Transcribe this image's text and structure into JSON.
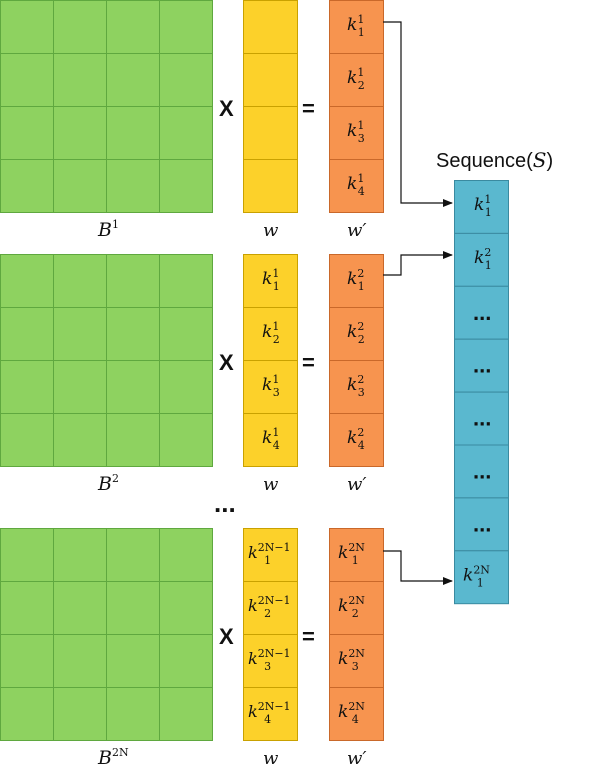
{
  "operators": {
    "multiply": "X",
    "equals": "="
  },
  "ellipsis": "...",
  "sequence": {
    "title": "Sequence(",
    "title_symbol": "S",
    "title_close": ")",
    "cells": [
      {
        "base": "k",
        "sub": "1",
        "sup": "1",
        "dots": false
      },
      {
        "base": "k",
        "sub": "1",
        "sup": "2",
        "dots": false
      },
      {
        "dots": true,
        "text": "..."
      },
      {
        "dots": true,
        "text": "..."
      },
      {
        "dots": true,
        "text": "..."
      },
      {
        "dots": true,
        "text": "..."
      },
      {
        "dots": true,
        "text": "..."
      },
      {
        "base": "k",
        "sub": "1",
        "sup": "2N",
        "dots": false
      }
    ]
  },
  "blocks": [
    {
      "matrix_label": "B",
      "matrix_sup": "1",
      "w_label": "w",
      "wprime_label": "w′",
      "w_cells": [],
      "wprime_cells": [
        {
          "base": "k",
          "sub": "1",
          "sup": "1"
        },
        {
          "base": "k",
          "sub": "2",
          "sup": "1"
        },
        {
          "base": "k",
          "sub": "3",
          "sup": "1"
        },
        {
          "base": "k",
          "sub": "4",
          "sup": "1"
        }
      ]
    },
    {
      "matrix_label": "B",
      "matrix_sup": "2",
      "w_label": "w",
      "wprime_label": "w′",
      "w_cells": [
        {
          "base": "k",
          "sub": "1",
          "sup": "1"
        },
        {
          "base": "k",
          "sub": "2",
          "sup": "1"
        },
        {
          "base": "k",
          "sub": "3",
          "sup": "1"
        },
        {
          "base": "k",
          "sub": "4",
          "sup": "1"
        }
      ],
      "wprime_cells": [
        {
          "base": "k",
          "sub": "1",
          "sup": "2"
        },
        {
          "base": "k",
          "sub": "2",
          "sup": "2"
        },
        {
          "base": "k",
          "sub": "3",
          "sup": "2"
        },
        {
          "base": "k",
          "sub": "4",
          "sup": "2"
        }
      ]
    },
    {
      "matrix_label": "B",
      "matrix_sup": "2N",
      "w_label": "w",
      "wprime_label": "w′",
      "w_cells": [
        {
          "base": "k",
          "sub": "1",
          "sup": "2N−1"
        },
        {
          "base": "k",
          "sub": "2",
          "sup": "2N−1"
        },
        {
          "base": "k",
          "sub": "3",
          "sup": "2N−1"
        },
        {
          "base": "k",
          "sub": "4",
          "sup": "2N−1"
        }
      ],
      "wprime_cells": [
        {
          "base": "k",
          "sub": "1",
          "sup": "2N"
        },
        {
          "base": "k",
          "sub": "2",
          "sup": "2N"
        },
        {
          "base": "k",
          "sub": "3",
          "sup": "2N"
        },
        {
          "base": "k",
          "sub": "4",
          "sup": "2N"
        }
      ]
    }
  ]
}
